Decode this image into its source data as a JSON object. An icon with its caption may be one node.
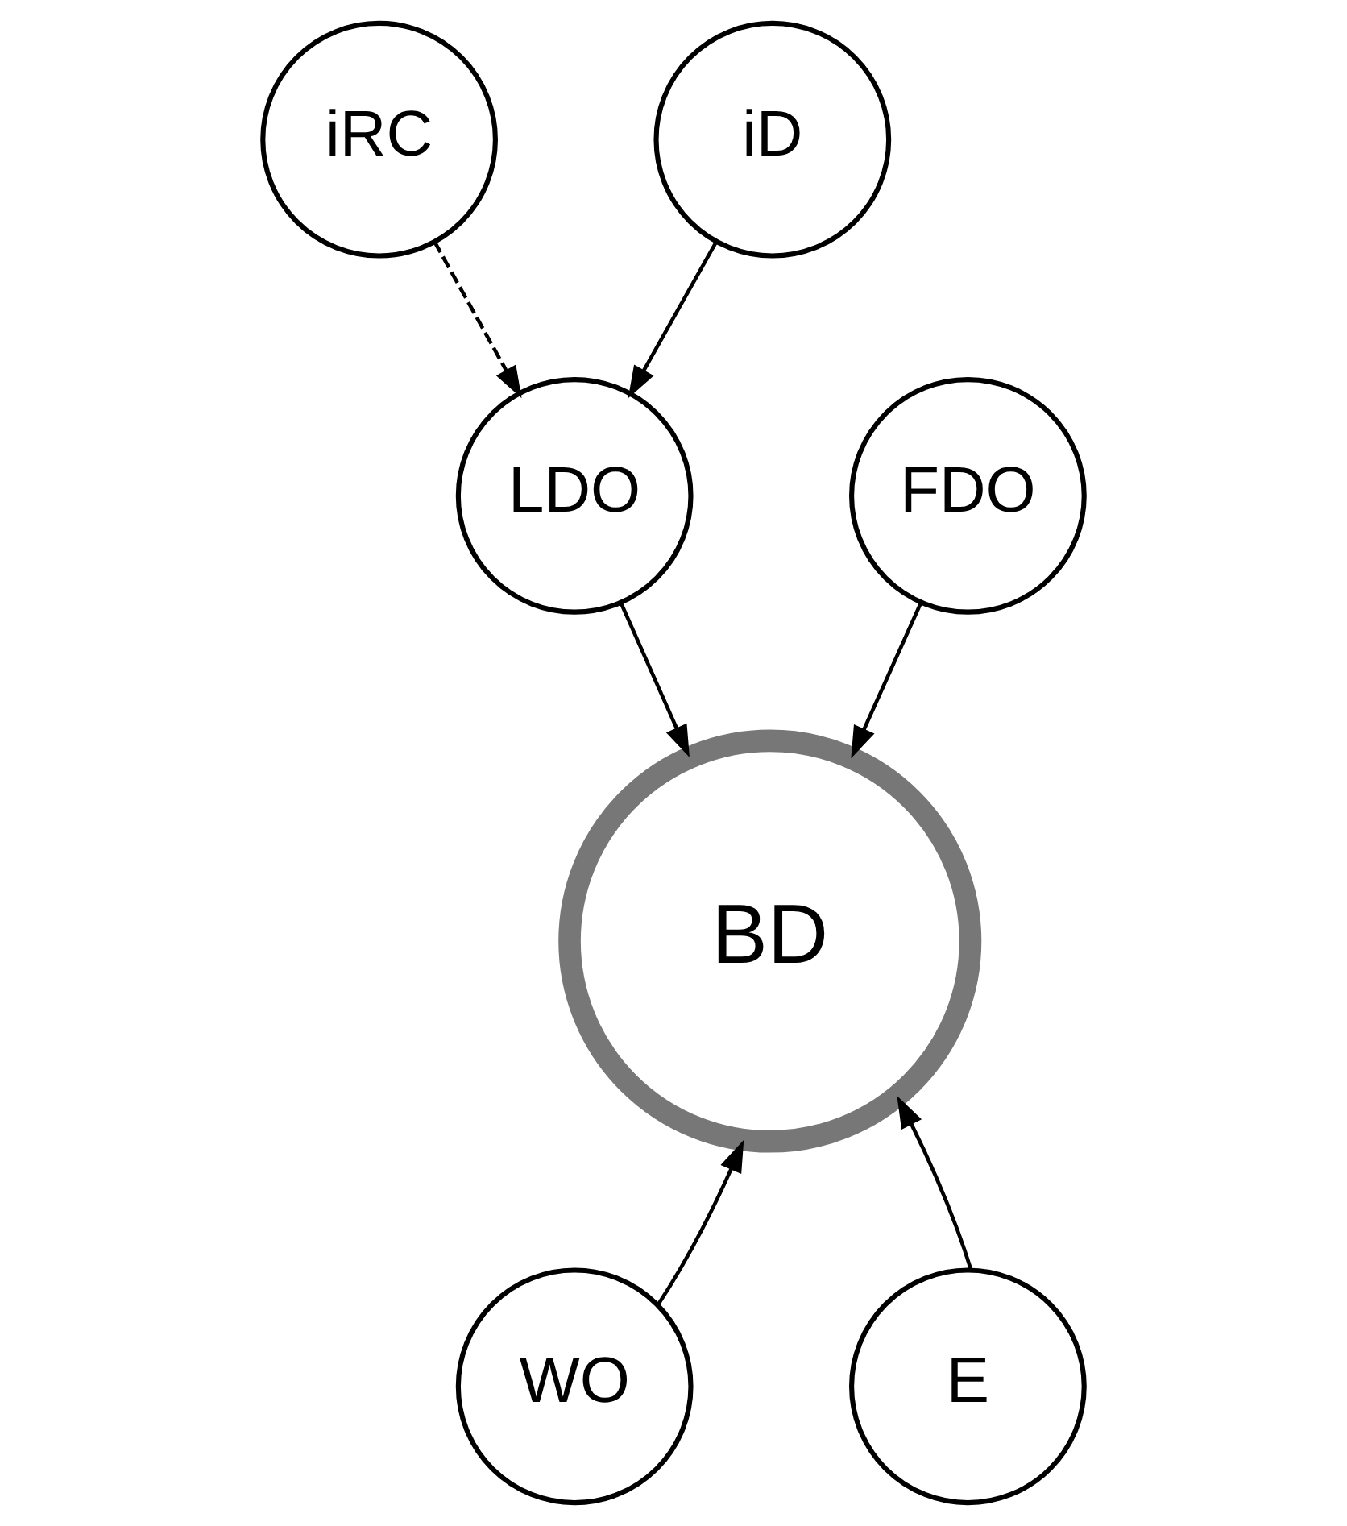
{
  "diagram": {
    "nodes": [
      {
        "text": [
          "iRC"
        ]
      },
      {
        "text": [
          "iD"
        ]
      },
      {
        "text": [
          "LDO"
        ]
      },
      {
        "text": [
          "FDO"
        ]
      },
      {
        "text": [
          "BD"
        ]
      },
      {
        "text": [
          "WO"
        ]
      },
      {
        "text": [
          "E"
        ]
      }
    ],
    "edges": [
      {
        "from": 0,
        "to": 2,
        "arrow": "to",
        "style": "dashed"
      },
      {
        "from": 1,
        "to": 2,
        "arrow": "to"
      },
      {
        "from": 2,
        "to": 4,
        "arrow": "to"
      },
      {
        "from": 3,
        "to": 4,
        "arrow": "to"
      },
      {
        "from": 5,
        "to": 4,
        "arrow": "to"
      },
      {
        "from": 6,
        "to": 4,
        "arrow": "to"
      }
    ]
  }
}
